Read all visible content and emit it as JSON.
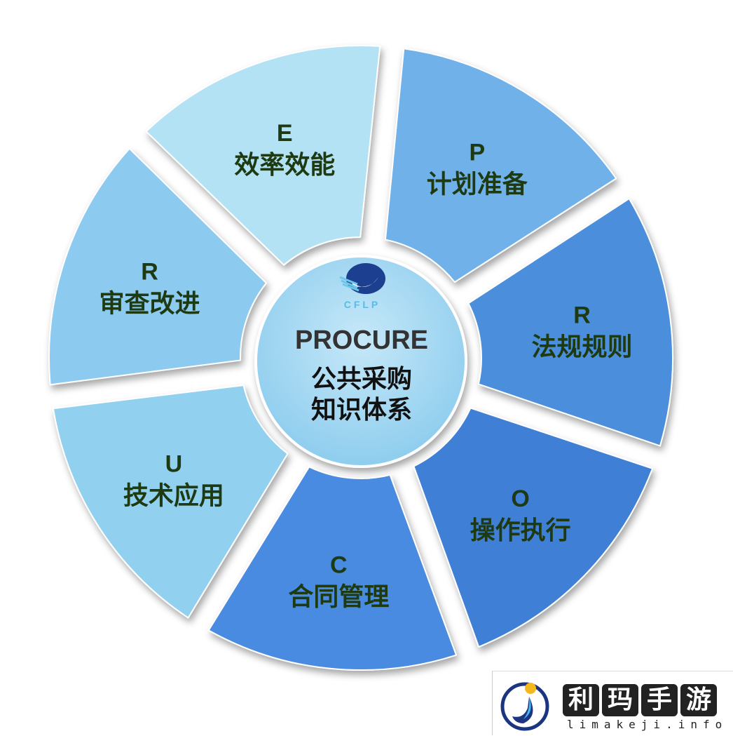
{
  "center": {
    "logo_text": "CFLP",
    "title": "PROCURE",
    "line1": "公共采购",
    "line2": "知识体系"
  },
  "segments": [
    {
      "letter": "E",
      "label": "效率效能",
      "color": "#b4e2f5"
    },
    {
      "letter": "P",
      "label": "计划准备",
      "color": "#6fb1ea"
    },
    {
      "letter": "R",
      "label": "法规规则",
      "color": "#4b8fdc"
    },
    {
      "letter": "O",
      "label": "操作执行",
      "color": "#3f7fd6"
    },
    {
      "letter": "C",
      "label": "合同管理",
      "color": "#4a8be0"
    },
    {
      "letter": "U",
      "label": "技术应用",
      "color": "#92d0f0"
    },
    {
      "letter": "R",
      "label": "审查改进",
      "color": "#8ccaf0"
    }
  ],
  "watermark": {
    "chars": [
      "利",
      "玛",
      "手",
      "游"
    ],
    "url": "limakeji.info"
  }
}
